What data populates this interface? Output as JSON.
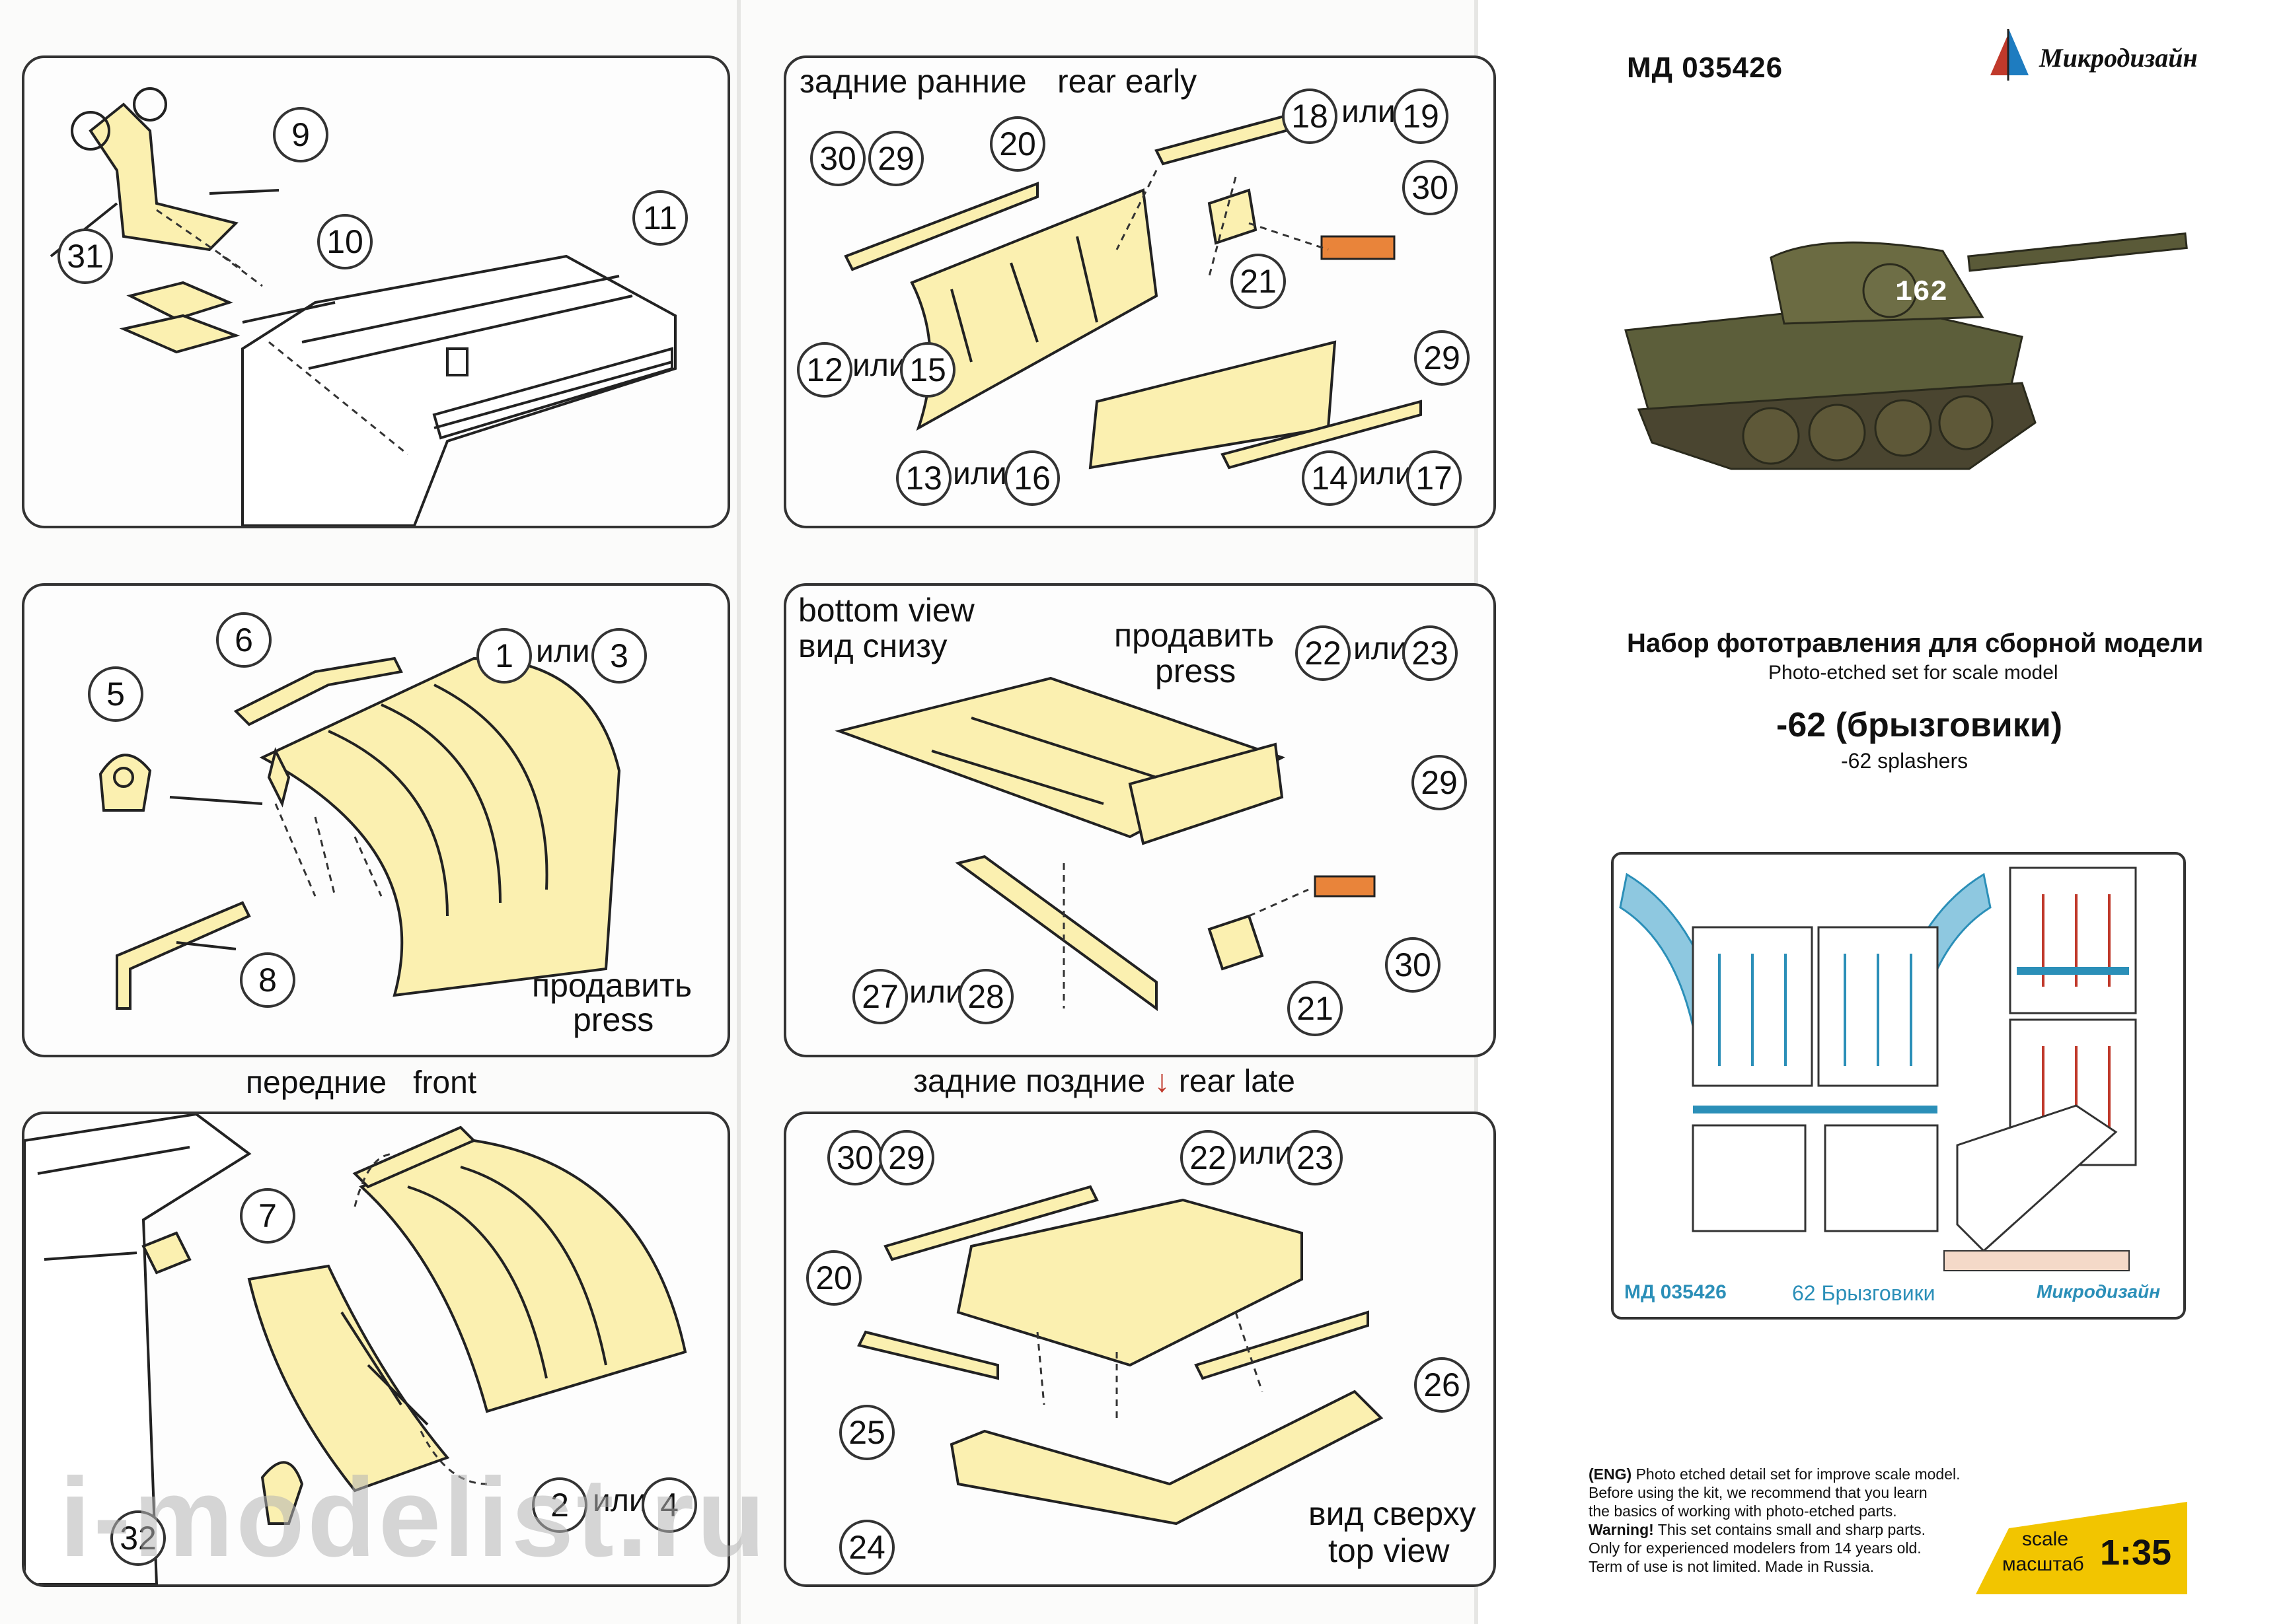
{
  "header": {
    "code": "МД 035426",
    "brand": "Микродизайн"
  },
  "product": {
    "title_ru": "Набор фототравления для сборной модели",
    "title_en": "Photo-etched set for scale model",
    "name_ru": "-62 (брызговики)",
    "name_en": "-62 splashers",
    "tank_number": "162"
  },
  "fret": {
    "code": "МД 035426",
    "name": "62 Брызговики",
    "brand": "Микродизайн"
  },
  "panels": {
    "p1": {
      "nums": [
        "9",
        "10",
        "11",
        "31"
      ]
    },
    "p2": {
      "nums": [
        "6",
        "5",
        "8",
        "1",
        "3"
      ],
      "ili": "или",
      "press_ru": "продавить",
      "press_en": "press"
    },
    "p3": {
      "nums": [
        "7",
        "32",
        "2",
        "4"
      ],
      "ili": "или"
    },
    "p4": {
      "title_ru": "задние ранние",
      "title_en": "rear early",
      "nums": [
        "30",
        "29",
        "20",
        "18",
        "19",
        "30",
        "21",
        "29",
        "12",
        "15",
        "13",
        "16",
        "14",
        "17"
      ],
      "ili": "или"
    },
    "p5": {
      "title_en": "bottom view",
      "title_ru": "вид снизу",
      "press_ru": "продавить",
      "press_en": "press",
      "nums": [
        "22",
        "23",
        "29",
        "30",
        "21",
        "27",
        "28"
      ],
      "ili": "или"
    },
    "p6": {
      "nums": [
        "30",
        "29",
        "22",
        "23",
        "20",
        "25",
        "26",
        "24"
      ],
      "ili": "или",
      "view_ru": "вид сверху",
      "view_en": "top view"
    }
  },
  "captions": {
    "front_ru": "передние",
    "front_en": "front",
    "rear_late_ru": "задние поздние",
    "rear_late_en": "rear late",
    "arrow": "↓"
  },
  "info": {
    "eng_label": "(ENG)",
    "line1": "Photo etched detail set for improve scale model.",
    "line2": "Before using the kit, we recommend that you learn",
    "line3": "the basics of working with photo-etched parts.",
    "warning_label": "Warning!",
    "line4": "This set contains small and sharp parts.",
    "line5": "Only for experienced modelers from 14 years old.",
    "line6": "Term of use is not limited. Made in Russia."
  },
  "scale": {
    "label_en": "scale",
    "label_ru": "масштаб",
    "value": "1:35"
  },
  "watermark": "i-modelist.ru",
  "colors": {
    "part_fill": "#fbf0b0",
    "line": "#222222",
    "scale_badge": "#f2c500",
    "fret_blue": "#2b8fb8",
    "fret_red": "#c0392b"
  }
}
